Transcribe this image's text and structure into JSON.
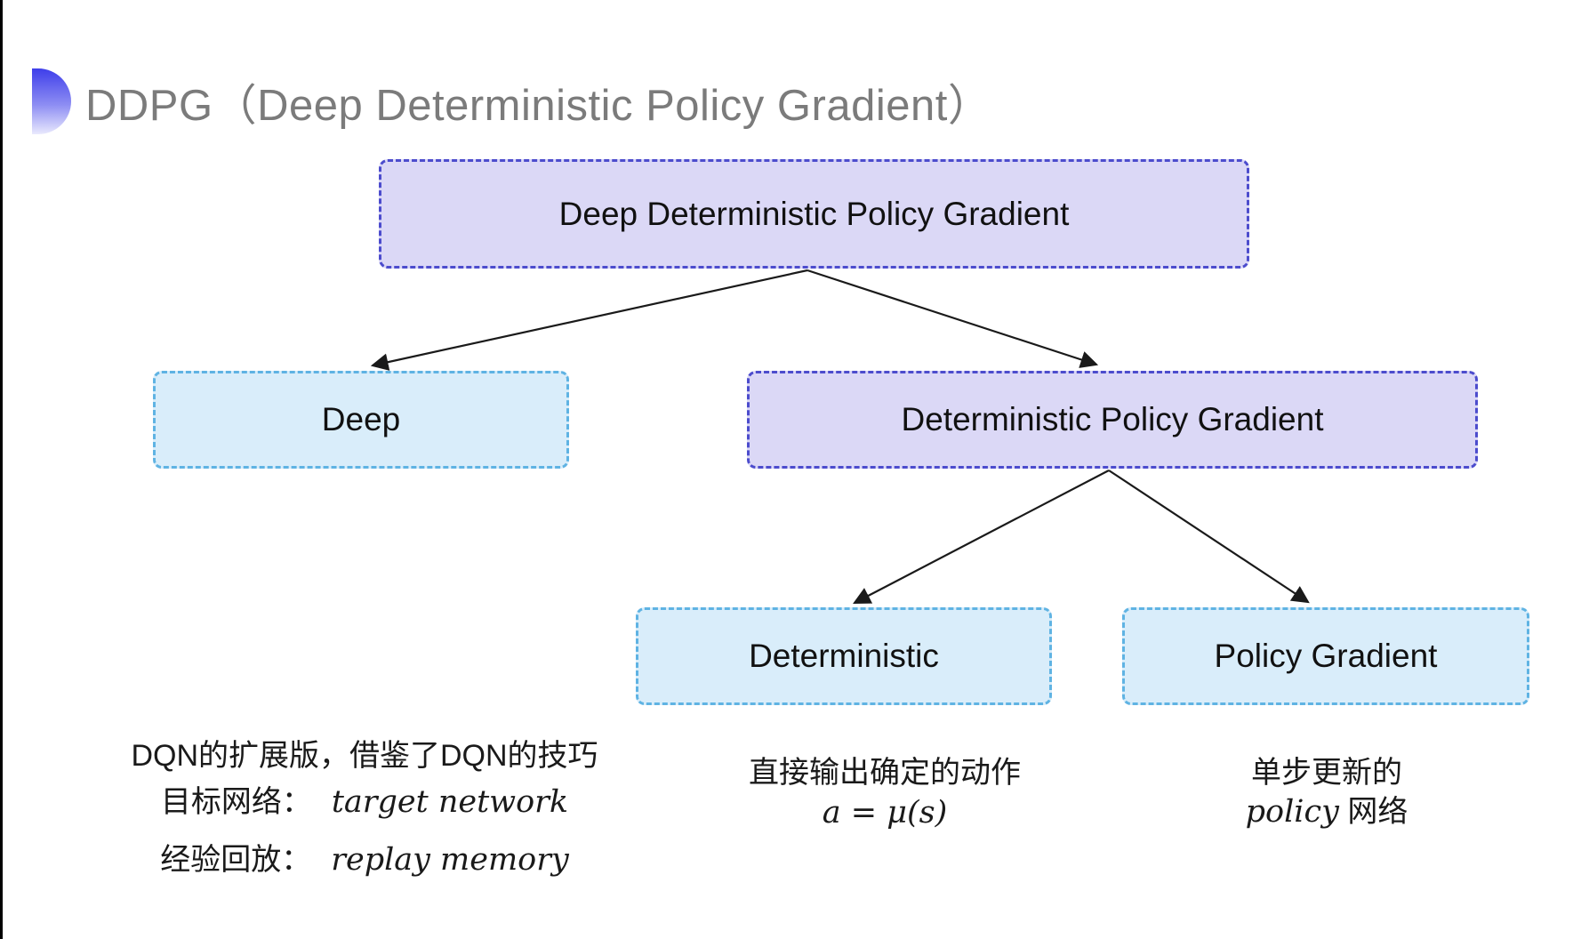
{
  "title": {
    "text": "DDPG（Deep Deterministic Policy Gradient）",
    "color": "#7b7b7b",
    "bullet_icon": {
      "name": "half-disc-bullet-icon",
      "gradient_top": "#3e3eea",
      "gradient_bottom": "#e9e9fd"
    }
  },
  "diagram": {
    "nodes": [
      {
        "id": "ddpg",
        "label": "Deep Deterministic Policy Gradient",
        "variant": "purple"
      },
      {
        "id": "deep",
        "label": "Deep",
        "variant": "blue"
      },
      {
        "id": "dpg",
        "label": "Deterministic Policy Gradient",
        "variant": "purple"
      },
      {
        "id": "deterministic",
        "label": "Deterministic",
        "variant": "blue"
      },
      {
        "id": "policy_gradient",
        "label": "Policy Gradient",
        "variant": "blue"
      }
    ],
    "edges": [
      {
        "from": "ddpg",
        "to": "deep"
      },
      {
        "from": "ddpg",
        "to": "dpg"
      },
      {
        "from": "dpg",
        "to": "deterministic"
      },
      {
        "from": "dpg",
        "to": "policy_gradient"
      }
    ],
    "colors": {
      "purple_fill": "#dbd8f6",
      "purple_border": "#4c4ccd",
      "blue_fill": "#d9edfa",
      "blue_border": "#5fb3e3",
      "arrow": "#1a1a1a",
      "node_text": "#111111"
    }
  },
  "notes": {
    "left": {
      "line1": "DQN的扩展版，借鉴了DQN的技巧",
      "line2_label": "目标网络：",
      "line2_value": "target network",
      "line3_label": "经验回放：",
      "line3_value": "replay memory"
    },
    "middle": {
      "line1": "直接输出确定的动作",
      "formula": "a = μ(s)"
    },
    "right": {
      "line1": "单步更新的",
      "line2_italic": "policy",
      "line2_rest": " 网络"
    }
  }
}
